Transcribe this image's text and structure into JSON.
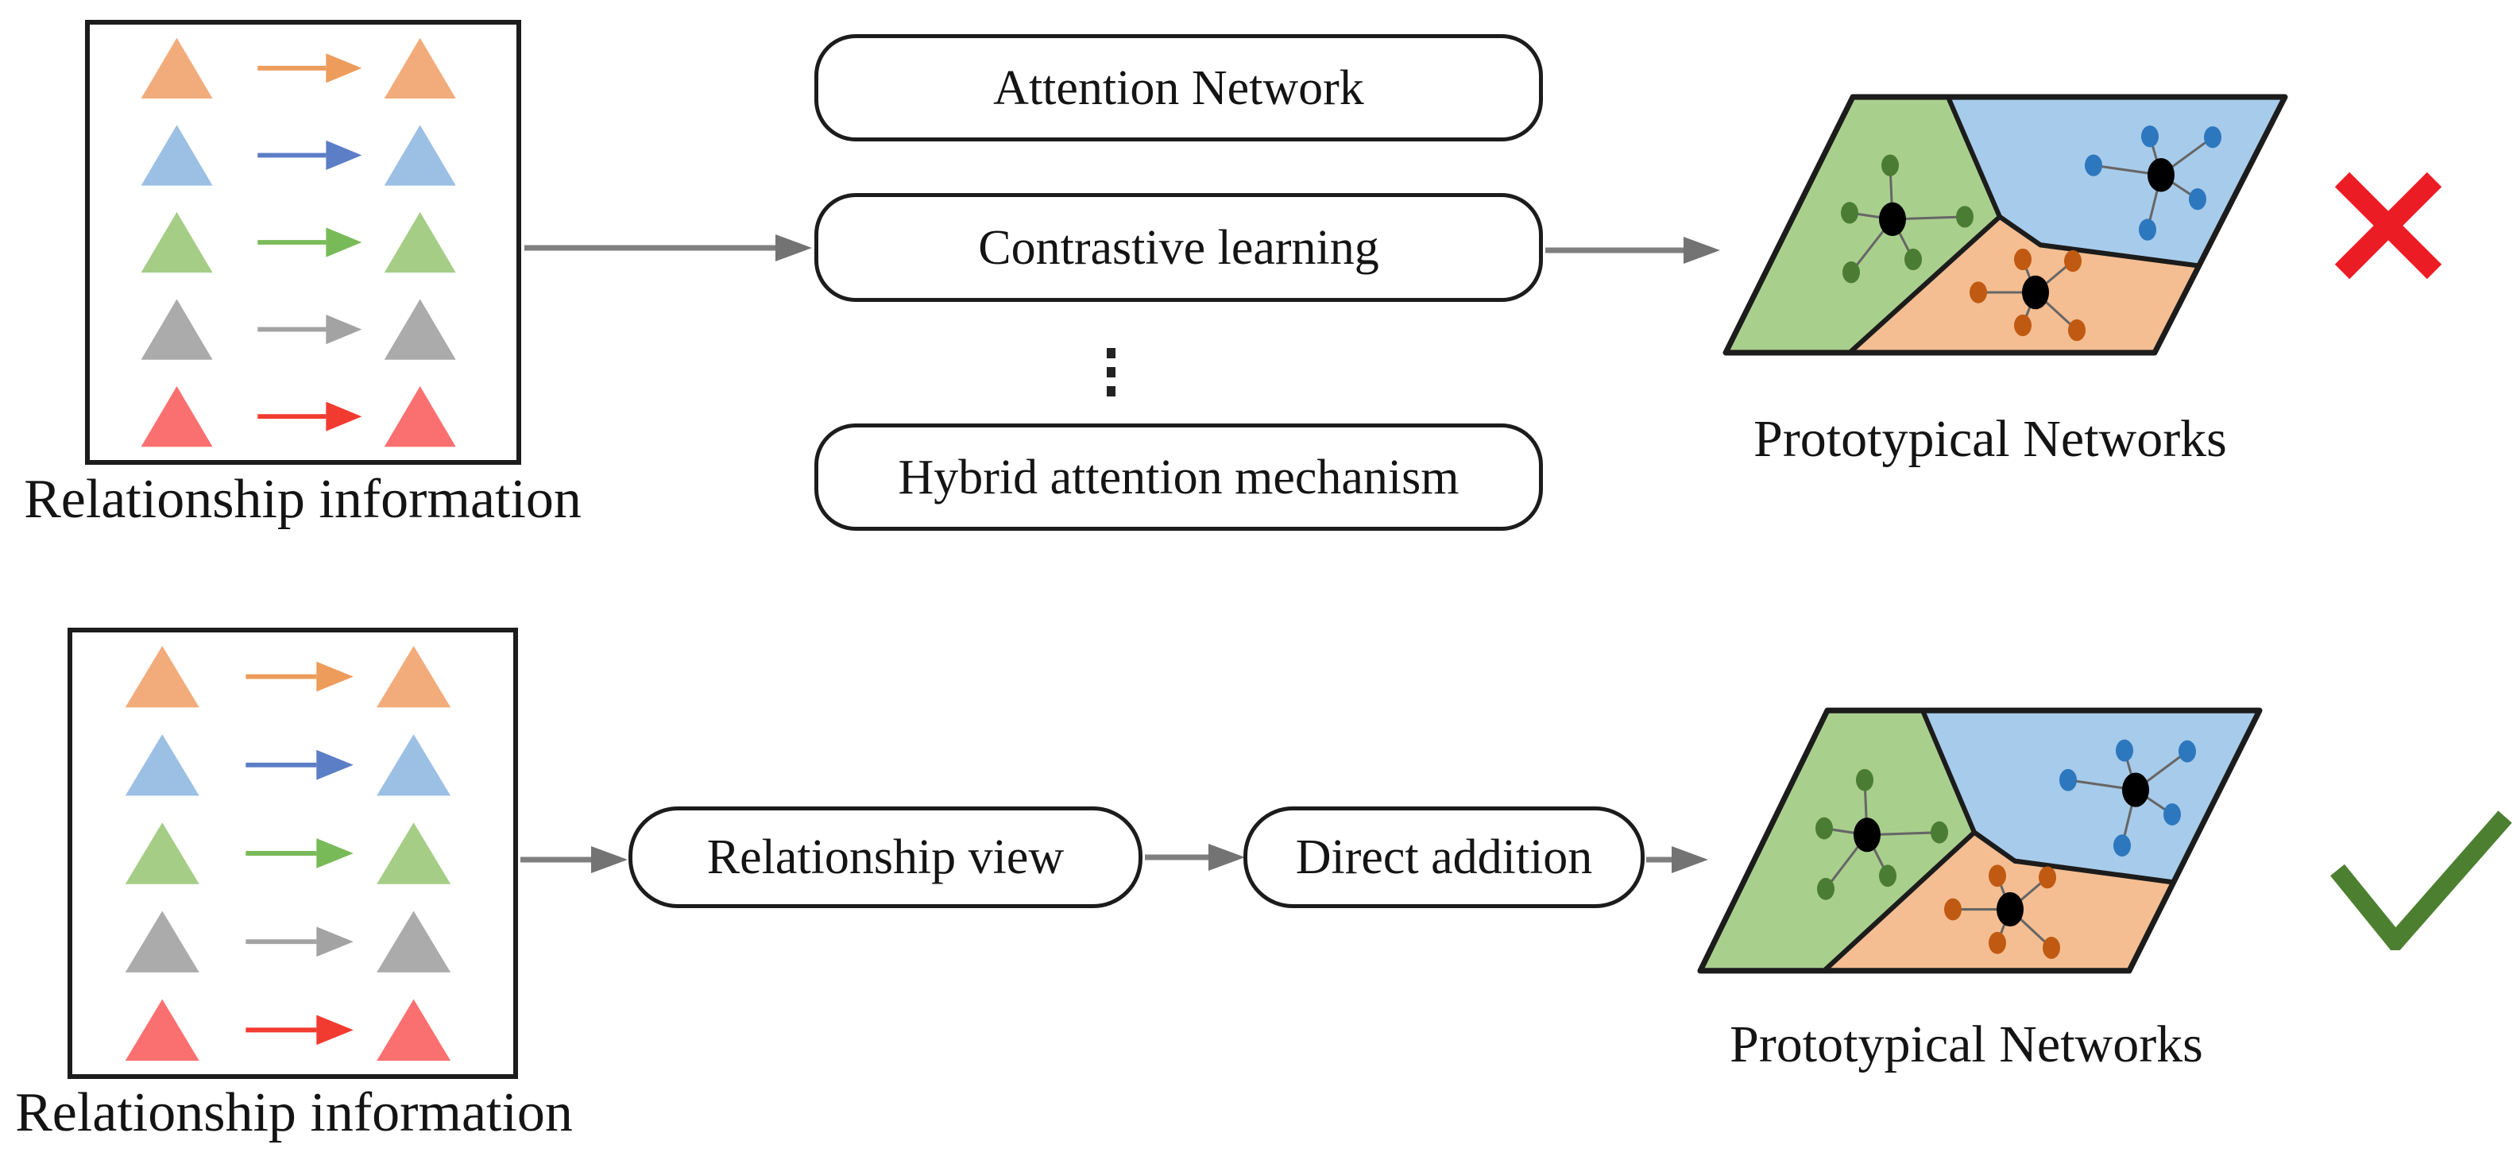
{
  "figure": {
    "top_flow": {
      "source_label": "Relationship information",
      "method_boxes": [
        "Attention Network",
        "Contrastive learning",
        "Hybrid attention mechanism"
      ],
      "ellipsis_icon": "vertical-ellipsis",
      "target_label": "Prototypical Networks",
      "verdict": "rejected",
      "verdict_icon": "red-cross"
    },
    "bottom_flow": {
      "source_label": "Relationship information",
      "step_boxes": [
        "Relationship view",
        "Direct addition"
      ],
      "target_label": "Prototypical Networks",
      "verdict": "accepted",
      "verdict_icon": "green-check"
    }
  },
  "colors": {
    "border": "#1c1c1c",
    "connector": "#7f7f7f",
    "connector_head": "#737373",
    "cross": "#ec1c24",
    "check": "#4c8030",
    "triangle_rows": [
      {
        "name": "orange",
        "tri": "#F2AC7B",
        "arrow": "#ED9C5B"
      },
      {
        "name": "blue",
        "tri": "#9CC0E4",
        "arrow": "#5C7EC6"
      },
      {
        "name": "green",
        "tri": "#A5CD86",
        "arrow": "#79BA58"
      },
      {
        "name": "gray",
        "tri": "#ABABAB",
        "arrow": "#A3A3A3"
      },
      {
        "name": "red",
        "tri": "#FA7070",
        "arrow": "#F23B30"
      }
    ],
    "regions": {
      "green": "#A9CF8D",
      "blue": "#A7CBEA",
      "orange": "#F4BE92"
    },
    "cluster_dots": {
      "green": "#4A7D33",
      "blue": "#2D77BE",
      "orange": "#C05A12"
    },
    "cluster_center": "#000000",
    "spoke": "#666666"
  }
}
